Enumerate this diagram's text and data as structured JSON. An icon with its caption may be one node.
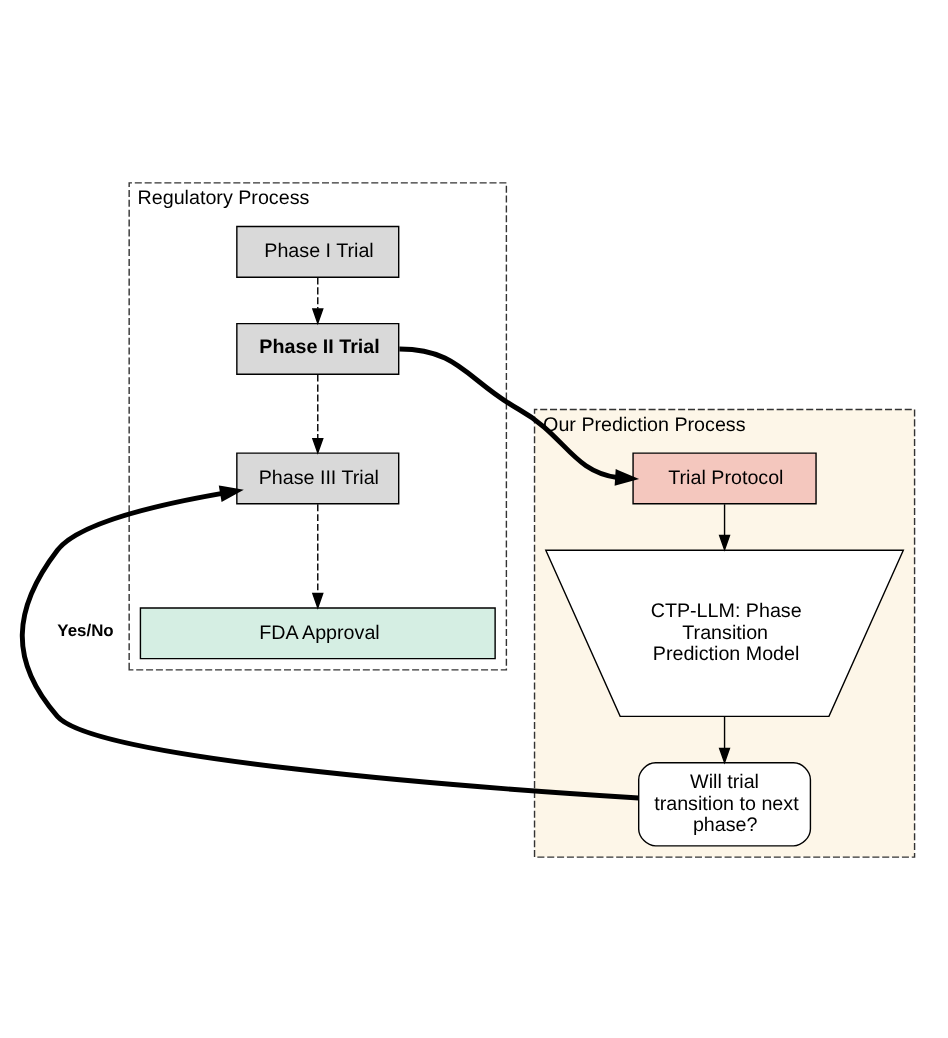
{
  "diagram": {
    "nodes": [
      {
        "text": [
          "Regulatory Process"
        ]
      },
      {
        "text": [
          "Phase I Trial"
        ],
        "in": 0
      },
      {
        "text": [
          "Phase II Trial"
        ],
        "in": 0
      },
      {
        "text": [
          "Phase III Trial"
        ],
        "in": 0
      },
      {
        "text": [
          "FDA Approval"
        ],
        "in": 0
      },
      {
        "text": [
          "Our Prediction Process"
        ]
      },
      {
        "text": [
          "Trial Protocol"
        ],
        "in": 5
      },
      {
        "text": [
          "CTP-LLM: Phase Transition Prediction Model"
        ],
        "in": 5
      },
      {
        "text": [
          "Will trial transition to next phase?"
        ],
        "in": 5
      }
    ],
    "edges": [
      {
        "from": 1,
        "to": 2,
        "arrow": "to",
        "style": "dashed"
      },
      {
        "from": 2,
        "to": 6,
        "arrow": "to",
        "style": "thick"
      },
      {
        "from": 6,
        "to": 7,
        "arrow": "to"
      },
      {
        "from": 7,
        "to": 8,
        "arrow": "to"
      },
      {
        "from": 8,
        "to": 3,
        "arrow": "to",
        "style": "thick",
        "label": "Yes/No"
      },
      {
        "from": 2,
        "to": 3,
        "arrow": "to",
        "style": "dashed"
      },
      {
        "from": 3,
        "to": 4,
        "arrow": "to",
        "style": "dashed"
      }
    ]
  }
}
